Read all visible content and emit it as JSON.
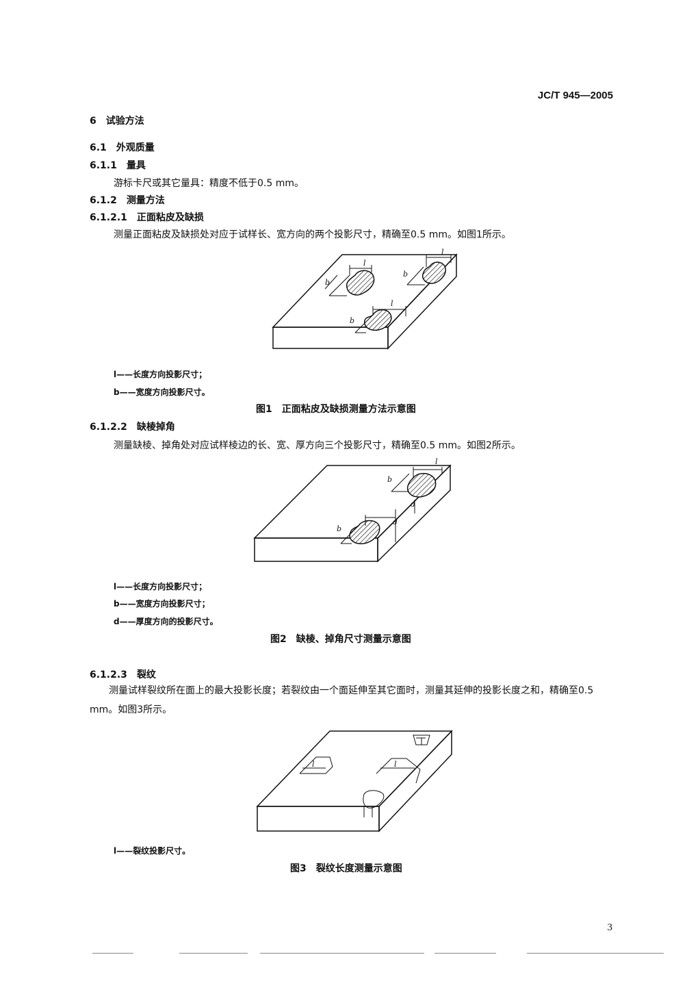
{
  "header": {
    "doc_code": "JC/T 945—2005"
  },
  "section6": {
    "num": "6",
    "title": "试验方法"
  },
  "s611": {
    "num": "6.1",
    "title": "外观质量"
  },
  "s6111": {
    "num": "6.1.1",
    "title": "量具",
    "text": "游标卡尺或其它量具：精度不低于0.5 mm。"
  },
  "s6112": {
    "num": "6.1.2",
    "title": "测量方法"
  },
  "s61121": {
    "num": "6.1.2.1",
    "title": "正面粘皮及缺损",
    "text": "测量正面粘皮及缺损处对应于试样长、宽方向的两个投影尺寸，精确至0.5 mm。如图1所示。"
  },
  "fig1": {
    "labels": {
      "l": "l",
      "b": "b"
    },
    "legend": [
      "l——长度方向投影尺寸；",
      "b——宽度方向投影尺寸。"
    ],
    "caption_num": "图1",
    "caption": "正面粘皮及缺损测量方法示意图"
  },
  "s61122": {
    "num": "6.1.2.2",
    "title": "缺棱掉角",
    "text": "测量缺棱、掉角处对应试样棱边的长、宽、厚方向三个投影尺寸，精确至0.5 mm。如图2所示。"
  },
  "fig2": {
    "labels": {
      "l": "l",
      "b": "b",
      "d": "d"
    },
    "legend": [
      "l——长度方向投影尺寸；",
      "b——宽度方向投影尺寸；",
      "d——厚度方向的投影尺寸。"
    ],
    "caption_num": "图2",
    "caption": "缺棱、掉角尺寸测量示意图"
  },
  "s61123": {
    "num": "6.1.2.3",
    "title": "裂纹",
    "text": "测量试样裂纹所在面上的最大投影长度；若裂纹由一个面延伸至其它面时，测量其延伸的投影长度之和，精确至0.5 mm。如图3所示。"
  },
  "fig3": {
    "labels": {
      "l": "l"
    },
    "legend": [
      "l——裂纹投影尺寸。"
    ],
    "caption_num": "图3",
    "caption": "裂纹长度测量示意图"
  },
  "footer": {
    "page_number": "3"
  }
}
